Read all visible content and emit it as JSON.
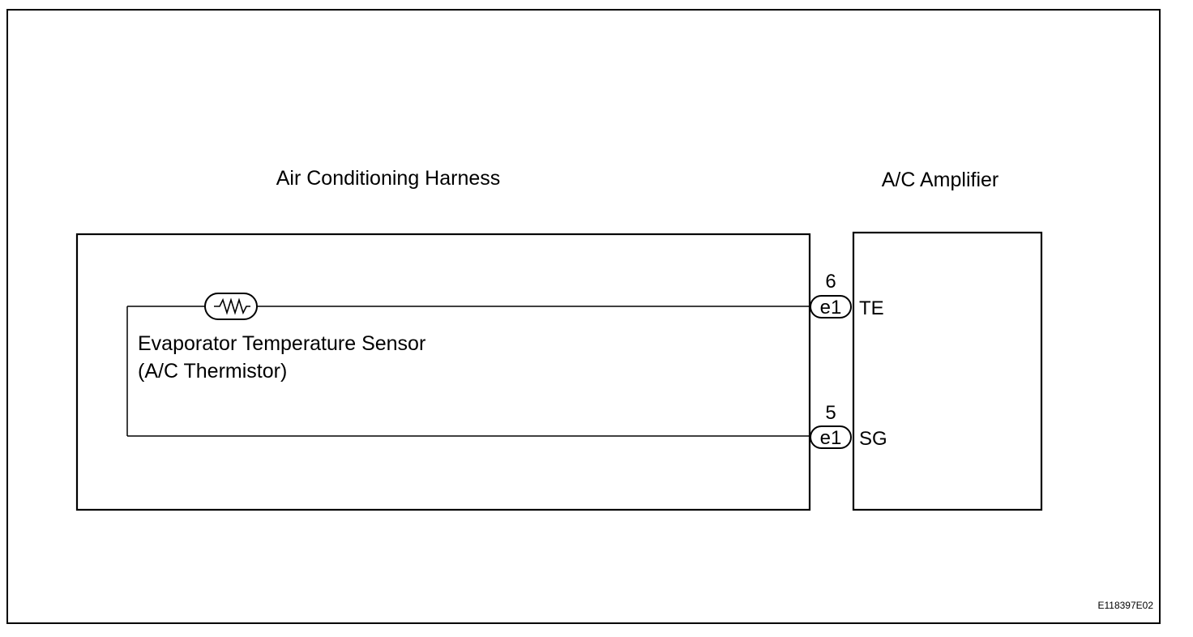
{
  "harness": {
    "title": "Air Conditioning Harness"
  },
  "amplifier": {
    "title": "A/C Amplifier"
  },
  "sensor": {
    "name_line1": "Evaporator Temperature Sensor",
    "name_line2": "(A/C Thermistor)"
  },
  "terminals": [
    {
      "pin": "6",
      "connector": "e1",
      "signal": "TE"
    },
    {
      "pin": "5",
      "connector": "e1",
      "signal": "SG"
    }
  ],
  "figure_code": "E118397E02"
}
